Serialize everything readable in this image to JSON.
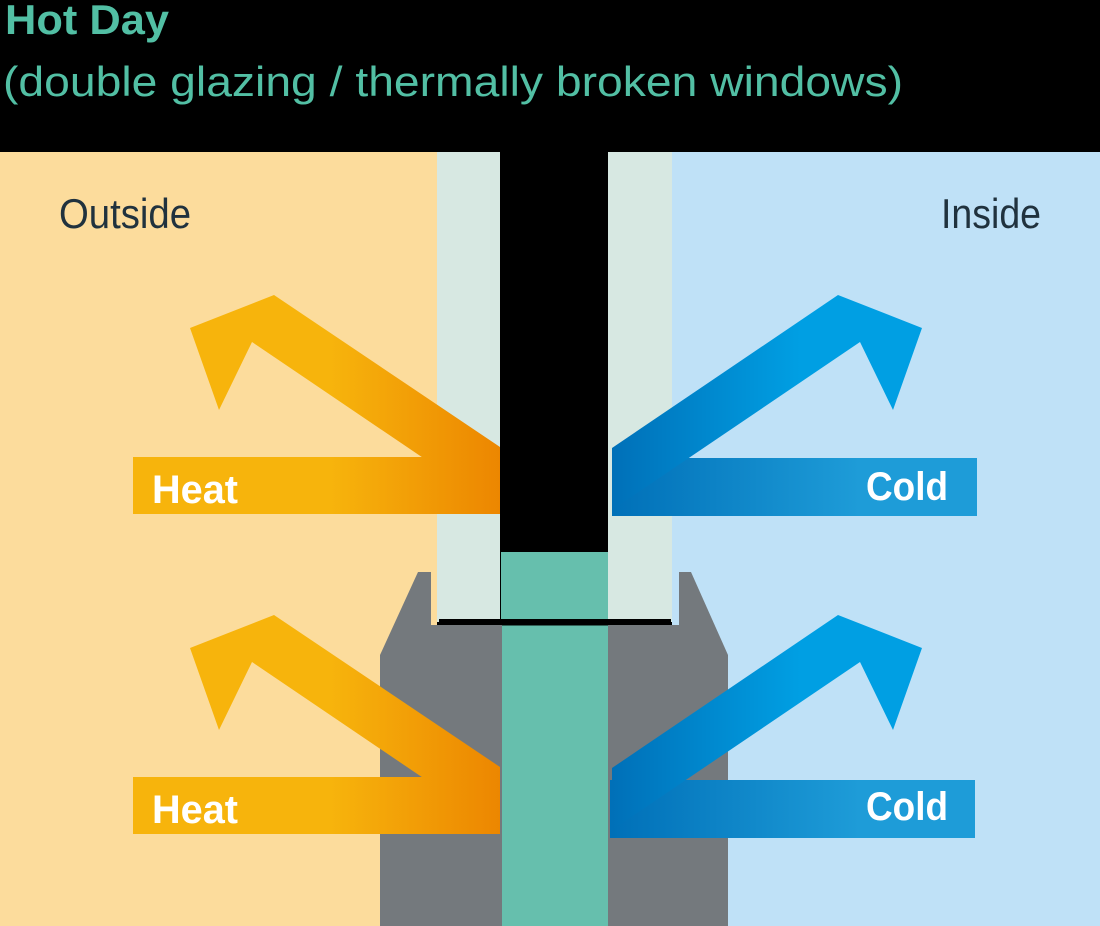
{
  "header": {
    "title": "Hot Day",
    "subtitle": "(double glazing / thermally broken windows)"
  },
  "scene": {
    "outside_label": "Outside",
    "inside_label": "Inside",
    "arrows": {
      "heat_top": "Heat",
      "cold_top": "Cold",
      "heat_bottom": "Heat",
      "cold_bottom": "Cold"
    }
  },
  "colors": {
    "background": "#000000",
    "title_teal": "#52BFA4",
    "outside_bg": "#FCDC9C",
    "inside_bg": "#BFE1F7",
    "glass_pane": "#D7E8E2",
    "spacer_teal": "#66BFAD",
    "frame_gray": "#74797D",
    "glass_line_black": "#000000",
    "heat_amber": "#F7B40C",
    "heat_deep_orange": "#EC8500",
    "cold_bright_blue": "#009FE3",
    "cold_deep_blue": "#0070B8",
    "cold_bar_blue": "#1E9CD8",
    "label_navy": "#20323E",
    "label_white": "#FFFFFF"
  }
}
